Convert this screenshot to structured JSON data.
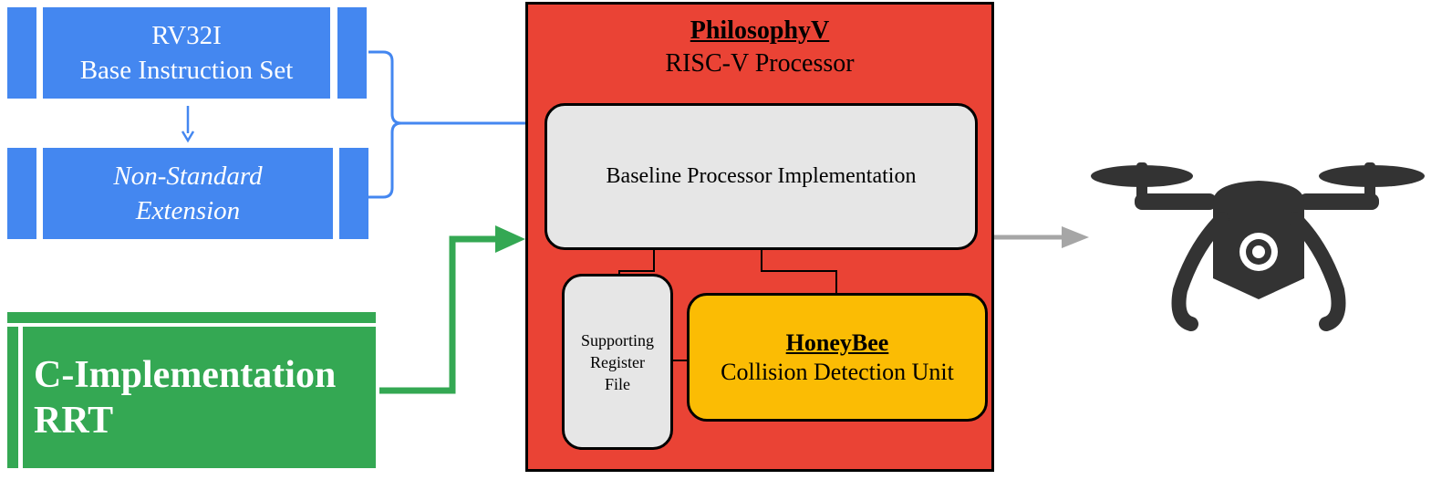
{
  "blocks": {
    "base_isa": {
      "line1": "RV32I",
      "line2": "Base Instruction Set"
    },
    "extension": {
      "line1": "Non-Standard",
      "line2": "Extension"
    },
    "c_impl": {
      "line1": "C-Implementation",
      "line2": "RRT"
    }
  },
  "processor": {
    "name": "PhilosophyV",
    "subtitle": "RISC-V Processor",
    "baseline": "Baseline Processor Implementation",
    "register_file": {
      "line1": "Supporting",
      "line2": "Register",
      "line3": "File"
    },
    "honeybee": {
      "name": "HoneyBee",
      "subtitle": "Collision Detection Unit"
    }
  },
  "icons": {
    "output": "drone-icon"
  },
  "colors": {
    "blue": "#4487f0",
    "green": "#34a853",
    "red": "#ea4335",
    "yellow": "#fbbc04",
    "grey": "#e6e6e6",
    "arrow_grey": "#a6a6a6",
    "drone": "#333333"
  }
}
